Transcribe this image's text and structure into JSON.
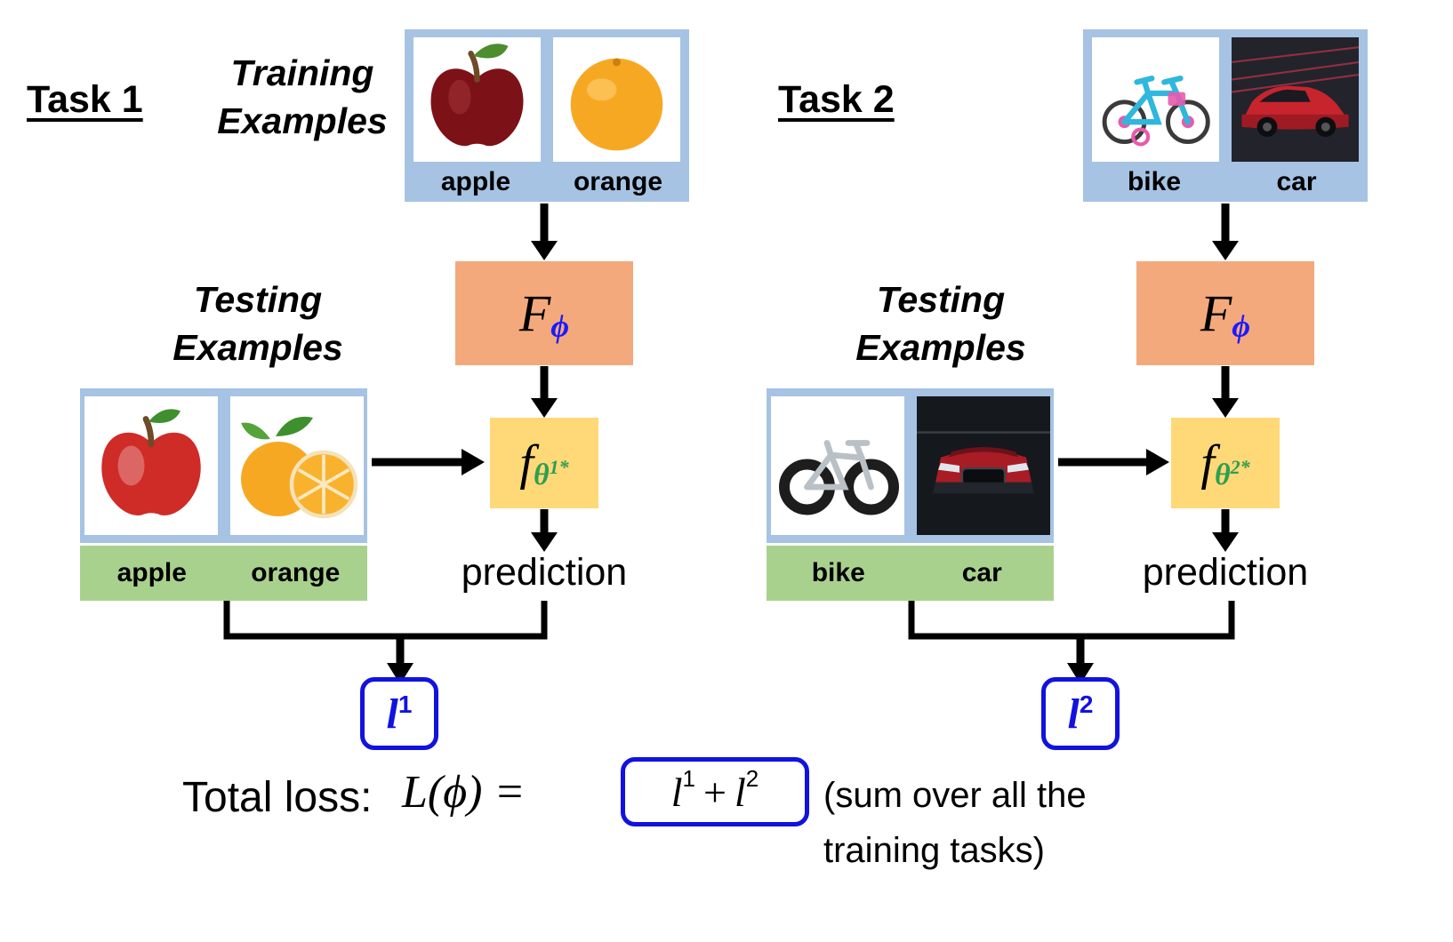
{
  "tasks": [
    {
      "label": "Task 1",
      "training_label": "Training Examples",
      "testing_label": "Testing Examples",
      "train_items": [
        {
          "name": "apple"
        },
        {
          "name": "orange"
        }
      ],
      "test_items": [
        {
          "name": "apple"
        },
        {
          "name": "orange"
        }
      ],
      "meta_net": {
        "base": "F",
        "sub": "ϕ"
      },
      "adapted_net": {
        "base": "f",
        "sub_base": "θ",
        "sub_sup": "1*"
      },
      "prediction_label": "prediction",
      "loss": {
        "base": "l",
        "sup": "1"
      }
    },
    {
      "label": "Task 2",
      "testing_label": "Testing Examples",
      "train_items": [
        {
          "name": "bike"
        },
        {
          "name": "car"
        }
      ],
      "test_items": [
        {
          "name": "bike"
        },
        {
          "name": "car"
        }
      ],
      "meta_net": {
        "base": "F",
        "sub": "ϕ"
      },
      "adapted_net": {
        "base": "f",
        "sub_base": "θ",
        "sub_sup": "2*"
      },
      "prediction_label": "prediction",
      "loss": {
        "base": "l",
        "sup": "2"
      }
    }
  ],
  "total_loss": {
    "prefix": "Total loss:",
    "expression": "L(ϕ) =",
    "boxed": {
      "t1_base": "l",
      "t1_sup": "1",
      "plus": "+",
      "t2_base": "l",
      "t2_sup": "2"
    },
    "note_line1": "(sum over all the",
    "note_line2": "training tasks)"
  },
  "colors": {
    "image_panel_bg": "#a6c3e4",
    "meta_net_bg": "#f4a97c",
    "adapted_net_bg": "#ffd878",
    "class_label_bg": "#a9d18e",
    "loss_box_border": "#1212e0",
    "phi_color": "#1a1aff",
    "theta_color": "#2e9e50",
    "arrow_color": "#000000"
  }
}
